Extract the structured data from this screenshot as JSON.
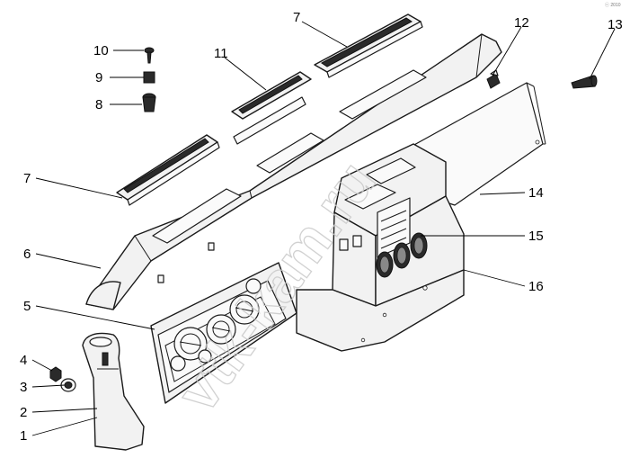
{
  "corner_tag": "ⓒ 2010",
  "watermark": "vtk-kam.ru",
  "callouts": [
    {
      "id": "c1",
      "label": "1"
    },
    {
      "id": "c2",
      "label": "2"
    },
    {
      "id": "c3",
      "label": "3"
    },
    {
      "id": "c4",
      "label": "4"
    },
    {
      "id": "c5",
      "label": "5"
    },
    {
      "id": "c6",
      "label": "6"
    },
    {
      "id": "c7a",
      "label": "7"
    },
    {
      "id": "c7b",
      "label": "7"
    },
    {
      "id": "c8",
      "label": "8"
    },
    {
      "id": "c9",
      "label": "9"
    },
    {
      "id": "c10",
      "label": "10"
    },
    {
      "id": "c11",
      "label": "11"
    },
    {
      "id": "c12",
      "label": "12"
    },
    {
      "id": "c13",
      "label": "13"
    },
    {
      "id": "c14",
      "label": "14"
    },
    {
      "id": "c15",
      "label": "15"
    },
    {
      "id": "c16",
      "label": "16"
    }
  ]
}
